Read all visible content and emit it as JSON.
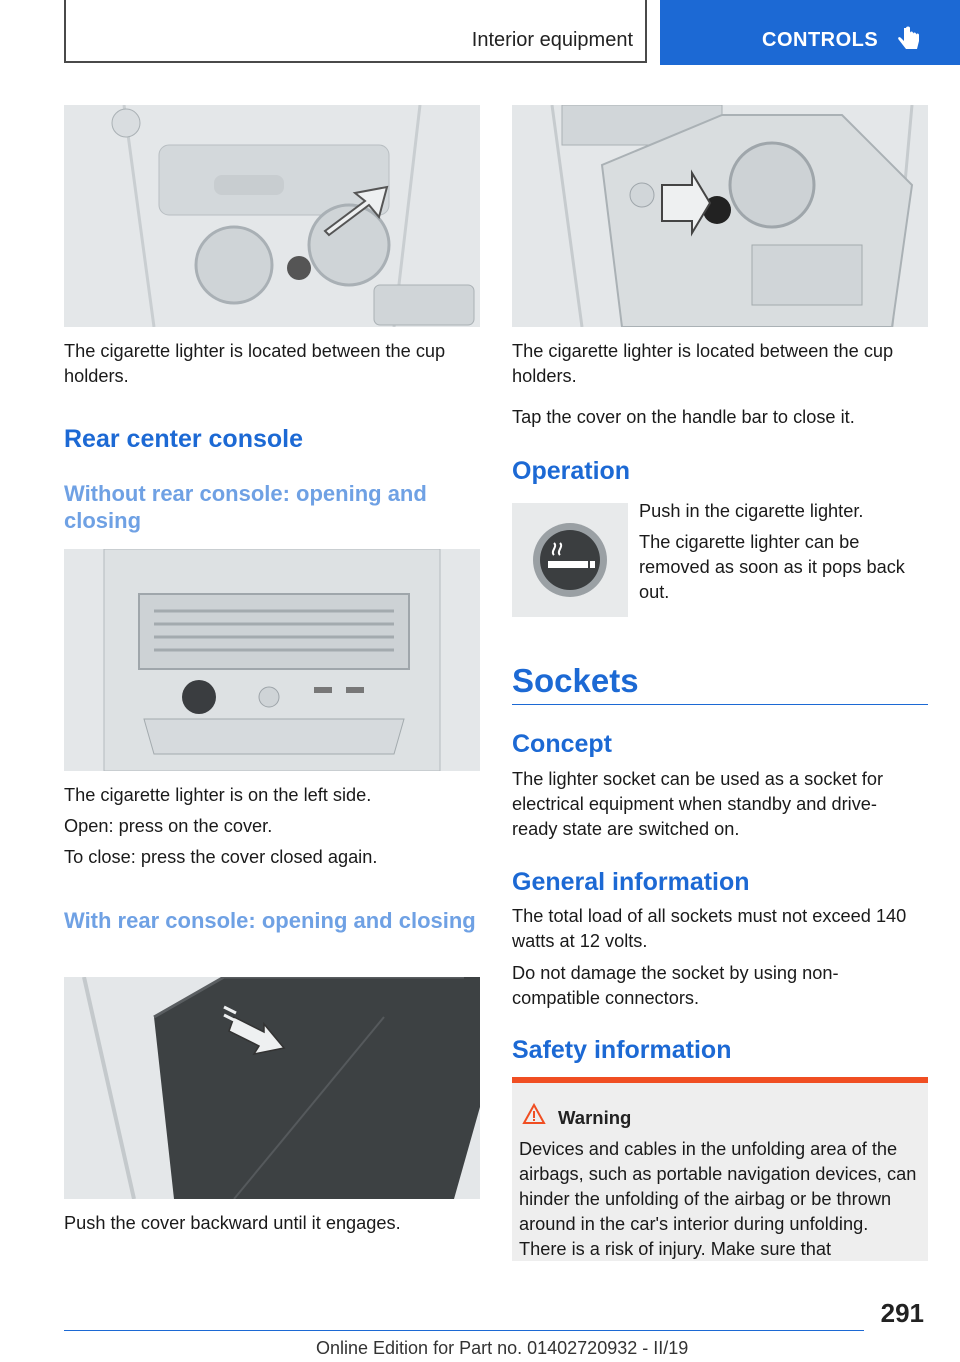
{
  "header": {
    "section_title": "Interior equipment",
    "chapter_label": "CONTROLS",
    "chapter_icon": "hand-pointer-icon",
    "accent_color": "#1c69d4"
  },
  "left": {
    "caption1": "The cigarette lighter is located between the cup holders.",
    "heading_rear": "Rear center console",
    "sub_without": "Without rear console: opening and closing",
    "caption2": "The cigarette lighter is on the left side.",
    "open_text": "Open: press on the cover.",
    "close_text": "To close: press the cover closed again.",
    "sub_with": "With rear console: opening and closing",
    "caption3": "Push the cover backward until it engages."
  },
  "right": {
    "caption1": "The cigarette lighter is located between the cup holders.",
    "tap_text": "Tap the cover on the handle bar to close it.",
    "heading_operation": "Operation",
    "op_text1": "Push in the cigarette lighter.",
    "op_text2": "The cigarette lighter can be removed as soon as it pops back out.",
    "op_icon": "cigarette-lighter-icon",
    "heading_sockets": "Sockets",
    "heading_concept": "Concept",
    "concept_text": "The lighter socket can be used as a socket for electrical equipment when standby and drive-ready state are switched on.",
    "heading_general": "General information",
    "general_text1": "The total load of all sockets must not exceed 140 watts at 12 volts.",
    "general_text2": "Do not damage the socket by using non-compatible connectors.",
    "heading_safety": "Safety information",
    "warning_label": "Warning",
    "warning_color": "#f04e22",
    "warning_text": "Devices and cables in the unfolding area of the airbags, such as portable navigation devices, can hinder the unfolding of the airbag or be thrown around in the car's interior during unfolding. There is a risk of injury. Make sure that"
  },
  "footer": {
    "page_number": "291",
    "edition_text": "Online Edition for Part no. 01402720932 - II/19"
  }
}
